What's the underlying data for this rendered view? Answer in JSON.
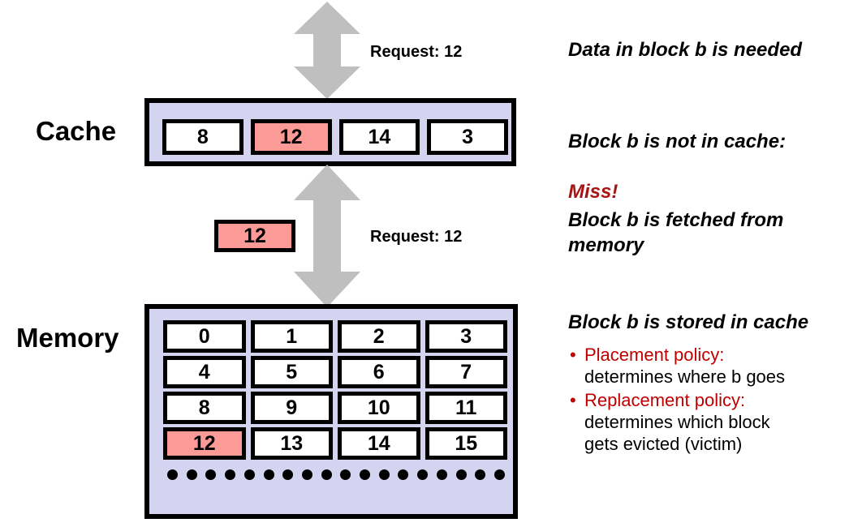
{
  "labels": {
    "cache": "Cache",
    "memory": "Memory"
  },
  "cache": {
    "cells": [
      {
        "value": "8",
        "highlight": false
      },
      {
        "value": "12",
        "highlight": true
      },
      {
        "value": "14",
        "highlight": false
      },
      {
        "value": "3",
        "highlight": false
      }
    ]
  },
  "memory": {
    "cells": [
      {
        "value": "0",
        "highlight": false
      },
      {
        "value": "1",
        "highlight": false
      },
      {
        "value": "2",
        "highlight": false
      },
      {
        "value": "3",
        "highlight": false
      },
      {
        "value": "4",
        "highlight": false
      },
      {
        "value": "5",
        "highlight": false
      },
      {
        "value": "6",
        "highlight": false
      },
      {
        "value": "7",
        "highlight": false
      },
      {
        "value": "8",
        "highlight": false
      },
      {
        "value": "9",
        "highlight": false
      },
      {
        "value": "10",
        "highlight": false
      },
      {
        "value": "11",
        "highlight": false
      },
      {
        "value": "12",
        "highlight": true
      },
      {
        "value": "13",
        "highlight": false
      },
      {
        "value": "14",
        "highlight": false
      },
      {
        "value": "15",
        "highlight": false
      }
    ],
    "ellipsis_dot_count": 18
  },
  "fetched_block": {
    "value": "12"
  },
  "arrows": {
    "top_request_label": "Request: 12",
    "middle_request_label": "Request: 12"
  },
  "notes": {
    "step1": "Data in block b is needed",
    "step2_line1": "Block b is not in cache:",
    "step2_miss": "Miss!",
    "step3": "Block b is fetched from\nmemory",
    "step4_heading": "Block b is stored in cache",
    "bullets": [
      {
        "marker": "•",
        "term": "Placement policy:",
        "desc": "determines where b goes"
      },
      {
        "marker": "•",
        "term": "Replacement policy:",
        "desc": "determines which block\ngets evicted (victim)"
      }
    ]
  },
  "colors": {
    "container_fill": "#d4d4f0",
    "highlight_fill": "#fb9a96",
    "arrow_fill": "#bfbfbf",
    "accent_red": "#c00000",
    "miss_red": "#a81414",
    "border": "#000000"
  }
}
